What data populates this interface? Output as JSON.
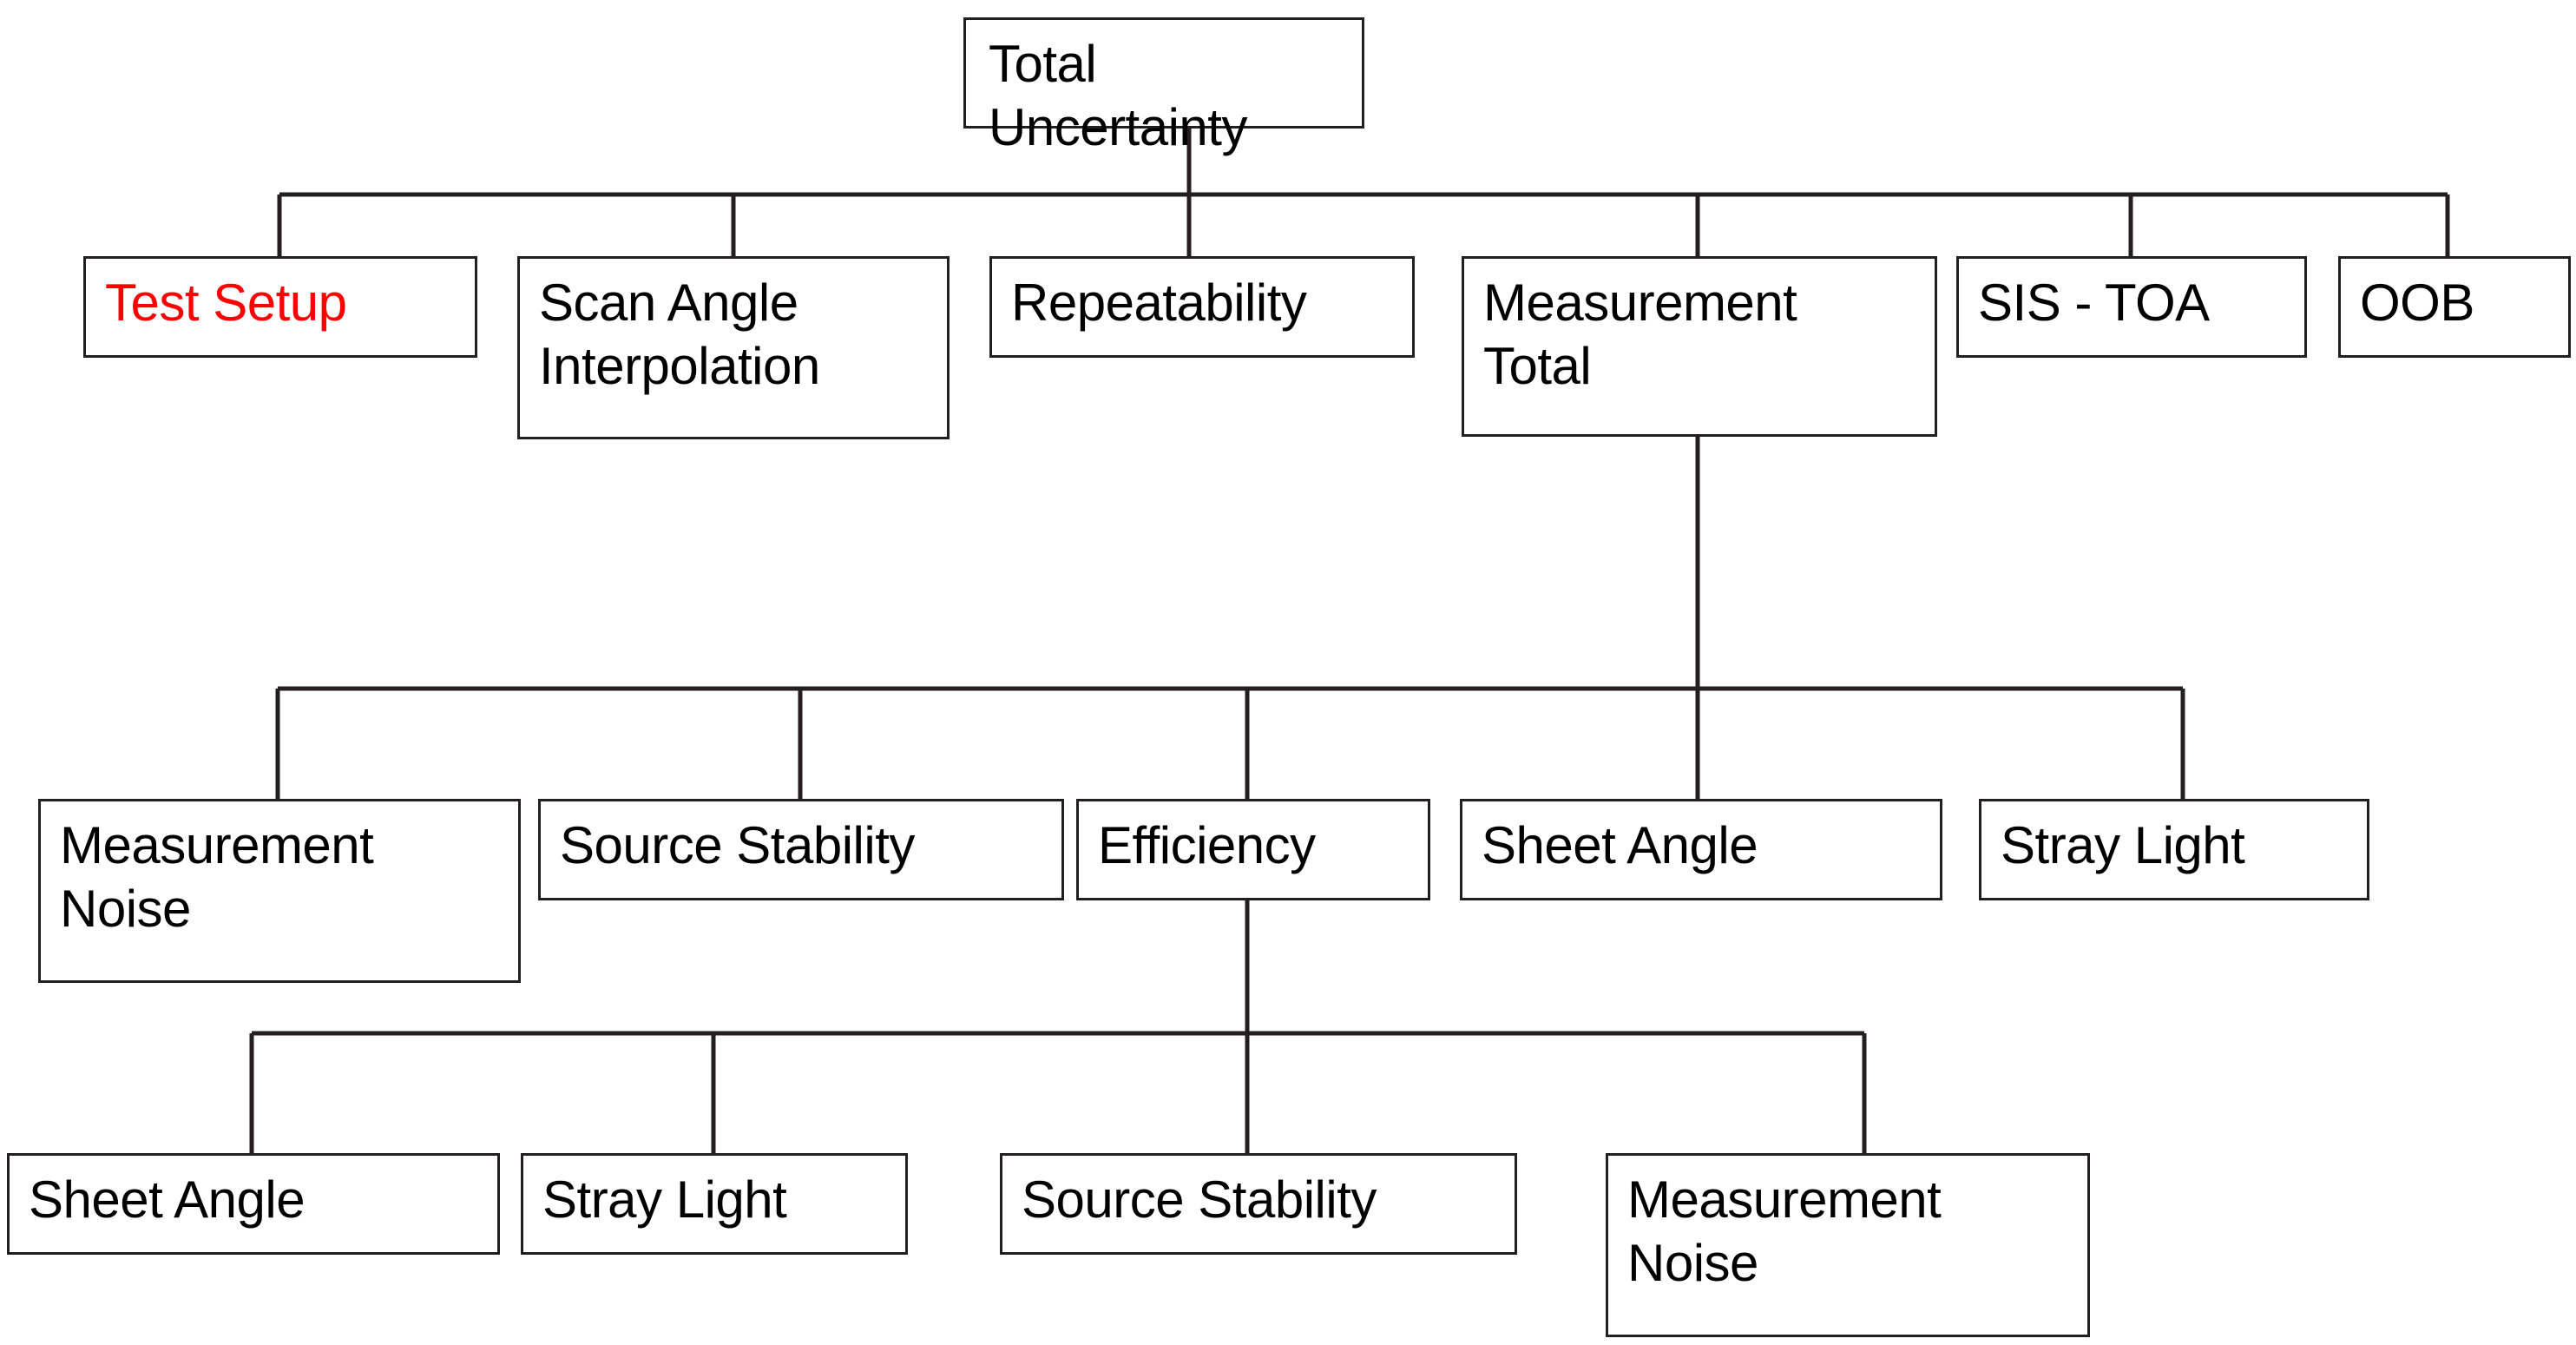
{
  "diagram": {
    "title": "Total Uncertainty",
    "type": "hierarchical-tree-breakdown",
    "background_color": "#ffffff",
    "box_border_color": "#231f20",
    "connector_color": "#231f20",
    "default_text_color": "#000000",
    "highlight_text_color": "#ff0000",
    "levels": [
      {
        "level": 1,
        "nodes": [
          {
            "id": "total-uncertainty",
            "label": "Total Uncertainty",
            "color": "#000000"
          }
        ]
      },
      {
        "level": 2,
        "parent": "total-uncertainty",
        "nodes": [
          {
            "id": "test-setup",
            "label": "Test Setup",
            "color": "#ff0000"
          },
          {
            "id": "scan-angle-interpolation",
            "label": "Scan Angle\nInterpolation",
            "color": "#000000"
          },
          {
            "id": "repeatability",
            "label": "Repeatability",
            "color": "#000000"
          },
          {
            "id": "measurement-total",
            "label": "Measurement\nTotal",
            "color": "#000000"
          },
          {
            "id": "sis-toa",
            "label": "SIS - TOA",
            "color": "#000000"
          },
          {
            "id": "oob",
            "label": "OOB",
            "color": "#000000"
          }
        ]
      },
      {
        "level": 3,
        "parent": "measurement-total",
        "nodes": [
          {
            "id": "measurement-noise-l3",
            "label": "Measurement\nNoise",
            "color": "#000000"
          },
          {
            "id": "source-stability-l3",
            "label": "Source Stability",
            "color": "#000000"
          },
          {
            "id": "efficiency",
            "label": "Efficiency",
            "color": "#000000"
          },
          {
            "id": "sheet-angle-l3",
            "label": "Sheet Angle",
            "color": "#000000"
          },
          {
            "id": "stray-light-l3",
            "label": "Stray Light",
            "color": "#000000"
          }
        ]
      },
      {
        "level": 4,
        "parent": "efficiency",
        "nodes": [
          {
            "id": "sheet-angle-l4",
            "label": "Sheet Angle",
            "color": "#000000"
          },
          {
            "id": "stray-light-l4",
            "label": "Stray Light",
            "color": "#000000"
          },
          {
            "id": "source-stability-l4",
            "label": "Source Stability",
            "color": "#000000"
          },
          {
            "id": "measurement-noise-l4",
            "label": "Measurement\nNoise",
            "color": "#000000"
          }
        ]
      }
    ]
  }
}
